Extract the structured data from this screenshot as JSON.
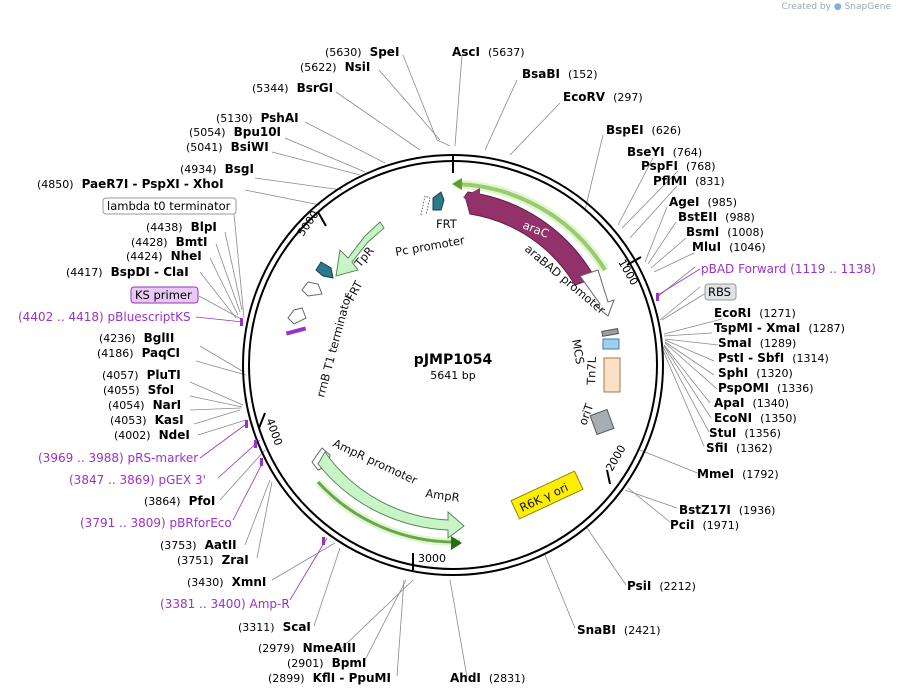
{
  "credit": {
    "prefix": "Created by",
    "brand": "SnapGene"
  },
  "plasmid": {
    "name": "pJMP1054",
    "size": "5641 bp"
  },
  "ruler": [
    "1000",
    "2000",
    "3000",
    "4000",
    "5000"
  ],
  "colors": {
    "araC": "#93316a",
    "amp": "#c8f5c8",
    "r6k": "#ffee00",
    "frt": "#2b7a8c",
    "orit": "#a6adb3",
    "primer": "#9a32c8",
    "promoter_arrow": "#5aa02c"
  },
  "sites": [
    {
      "pos": "(5630)",
      "name": "SpeI"
    },
    {
      "pos": "(5637)",
      "name": "AscI"
    },
    {
      "pos": "(5622)",
      "name": "NsiI"
    },
    {
      "pos": "(152)",
      "name": "BsaBI"
    },
    {
      "pos": "(5344)",
      "name": "BsrGI"
    },
    {
      "pos": "(297)",
      "name": "EcoRV"
    },
    {
      "pos": "(5130)",
      "name": "PshAI"
    },
    {
      "pos": "(626)",
      "name": "BspEI"
    },
    {
      "pos": "(5054)",
      "name": "Bpu10I"
    },
    {
      "pos": "(5041)",
      "name": "BsiWI"
    },
    {
      "pos": "(764)",
      "name": "BseYI"
    },
    {
      "pos": "(768)",
      "name": "PspFI"
    },
    {
      "pos": "(4934)",
      "name": "BsgI"
    },
    {
      "pos": "(831)",
      "name": "PflMI"
    },
    {
      "pos": "(4850)",
      "name": "PaeR7I - PspXI - XhoI"
    },
    {
      "pos": "(985)",
      "name": "AgeI"
    },
    {
      "pos": "(988)",
      "name": "BstEII"
    },
    {
      "pos": "(4438)",
      "name": "BlpI"
    },
    {
      "pos": "(1008)",
      "name": "BsmI"
    },
    {
      "pos": "(4428)",
      "name": "BmtI"
    },
    {
      "pos": "(1046)",
      "name": "MluI"
    },
    {
      "pos": "(4424)",
      "name": "NheI"
    },
    {
      "pos": "(4417)",
      "name": "BspDI - ClaI"
    },
    {
      "pos": "(1271)",
      "name": "EcoRI"
    },
    {
      "pos": "(1287)",
      "name": "TspMI - XmaI"
    },
    {
      "pos": "(1289)",
      "name": "SmaI"
    },
    {
      "pos": "(4236)",
      "name": "BglII"
    },
    {
      "pos": "(1314)",
      "name": "PstI - SbfI"
    },
    {
      "pos": "(4186)",
      "name": "PaqCI"
    },
    {
      "pos": "(1320)",
      "name": "SphI"
    },
    {
      "pos": "(1336)",
      "name": "PspOMI"
    },
    {
      "pos": "(4057)",
      "name": "PluTI"
    },
    {
      "pos": "(1340)",
      "name": "ApaI"
    },
    {
      "pos": "(4055)",
      "name": "SfoI"
    },
    {
      "pos": "(1350)",
      "name": "EcoNI"
    },
    {
      "pos": "(4054)",
      "name": "NarI"
    },
    {
      "pos": "(1356)",
      "name": "StuI"
    },
    {
      "pos": "(4053)",
      "name": "KasI"
    },
    {
      "pos": "(1362)",
      "name": "SfiI"
    },
    {
      "pos": "(4002)",
      "name": "NdeI"
    },
    {
      "pos": "(1792)",
      "name": "MmeI"
    },
    {
      "pos": "(3864)",
      "name": "PfoI"
    },
    {
      "pos": "(1936)",
      "name": "BstZ17I"
    },
    {
      "pos": "(1971)",
      "name": "PciI"
    },
    {
      "pos": "(3753)",
      "name": "AatII"
    },
    {
      "pos": "(3751)",
      "name": "ZraI"
    },
    {
      "pos": "(2212)",
      "name": "PsiI"
    },
    {
      "pos": "(3430)",
      "name": "XmnI"
    },
    {
      "pos": "(2421)",
      "name": "SnaBI"
    },
    {
      "pos": "(3311)",
      "name": "ScaI"
    },
    {
      "pos": "(2979)",
      "name": "NmeAIII"
    },
    {
      "pos": "(2901)",
      "name": "BpmI"
    },
    {
      "pos": "(2899)",
      "name": "KflI - PpuMI"
    },
    {
      "pos": "(2831)",
      "name": "AhdI"
    }
  ],
  "primers": [
    {
      "text": "pBAD Forward  (1119 .. 1138)"
    },
    {
      "text": "(4402 .. 4418)  pBluescriptKS"
    },
    {
      "text": "(3969 .. 3988)  pRS-marker"
    },
    {
      "text": "(3847 .. 3869)  pGEX 3'"
    },
    {
      "text": "(3791 .. 3809)  pBRforEco"
    },
    {
      "text": "(3381 .. 3400)  Amp-R"
    }
  ],
  "boxed": [
    {
      "text": "lambda t0 terminator"
    },
    {
      "text": "KS primer"
    },
    {
      "text": "RBS"
    }
  ],
  "features": [
    {
      "text": "FRT"
    },
    {
      "text": "Pc promoter"
    },
    {
      "text": "araC"
    },
    {
      "text": "araBAD promoter"
    },
    {
      "text": "TpR"
    },
    {
      "text": "FRT"
    },
    {
      "text": "rrnB T1 terminator"
    },
    {
      "text": "MCS"
    },
    {
      "text": "Tn7L"
    },
    {
      "text": "oriT"
    },
    {
      "text": "R6K γ ori"
    },
    {
      "text": "AmpR promoter"
    },
    {
      "text": "AmpR"
    }
  ]
}
